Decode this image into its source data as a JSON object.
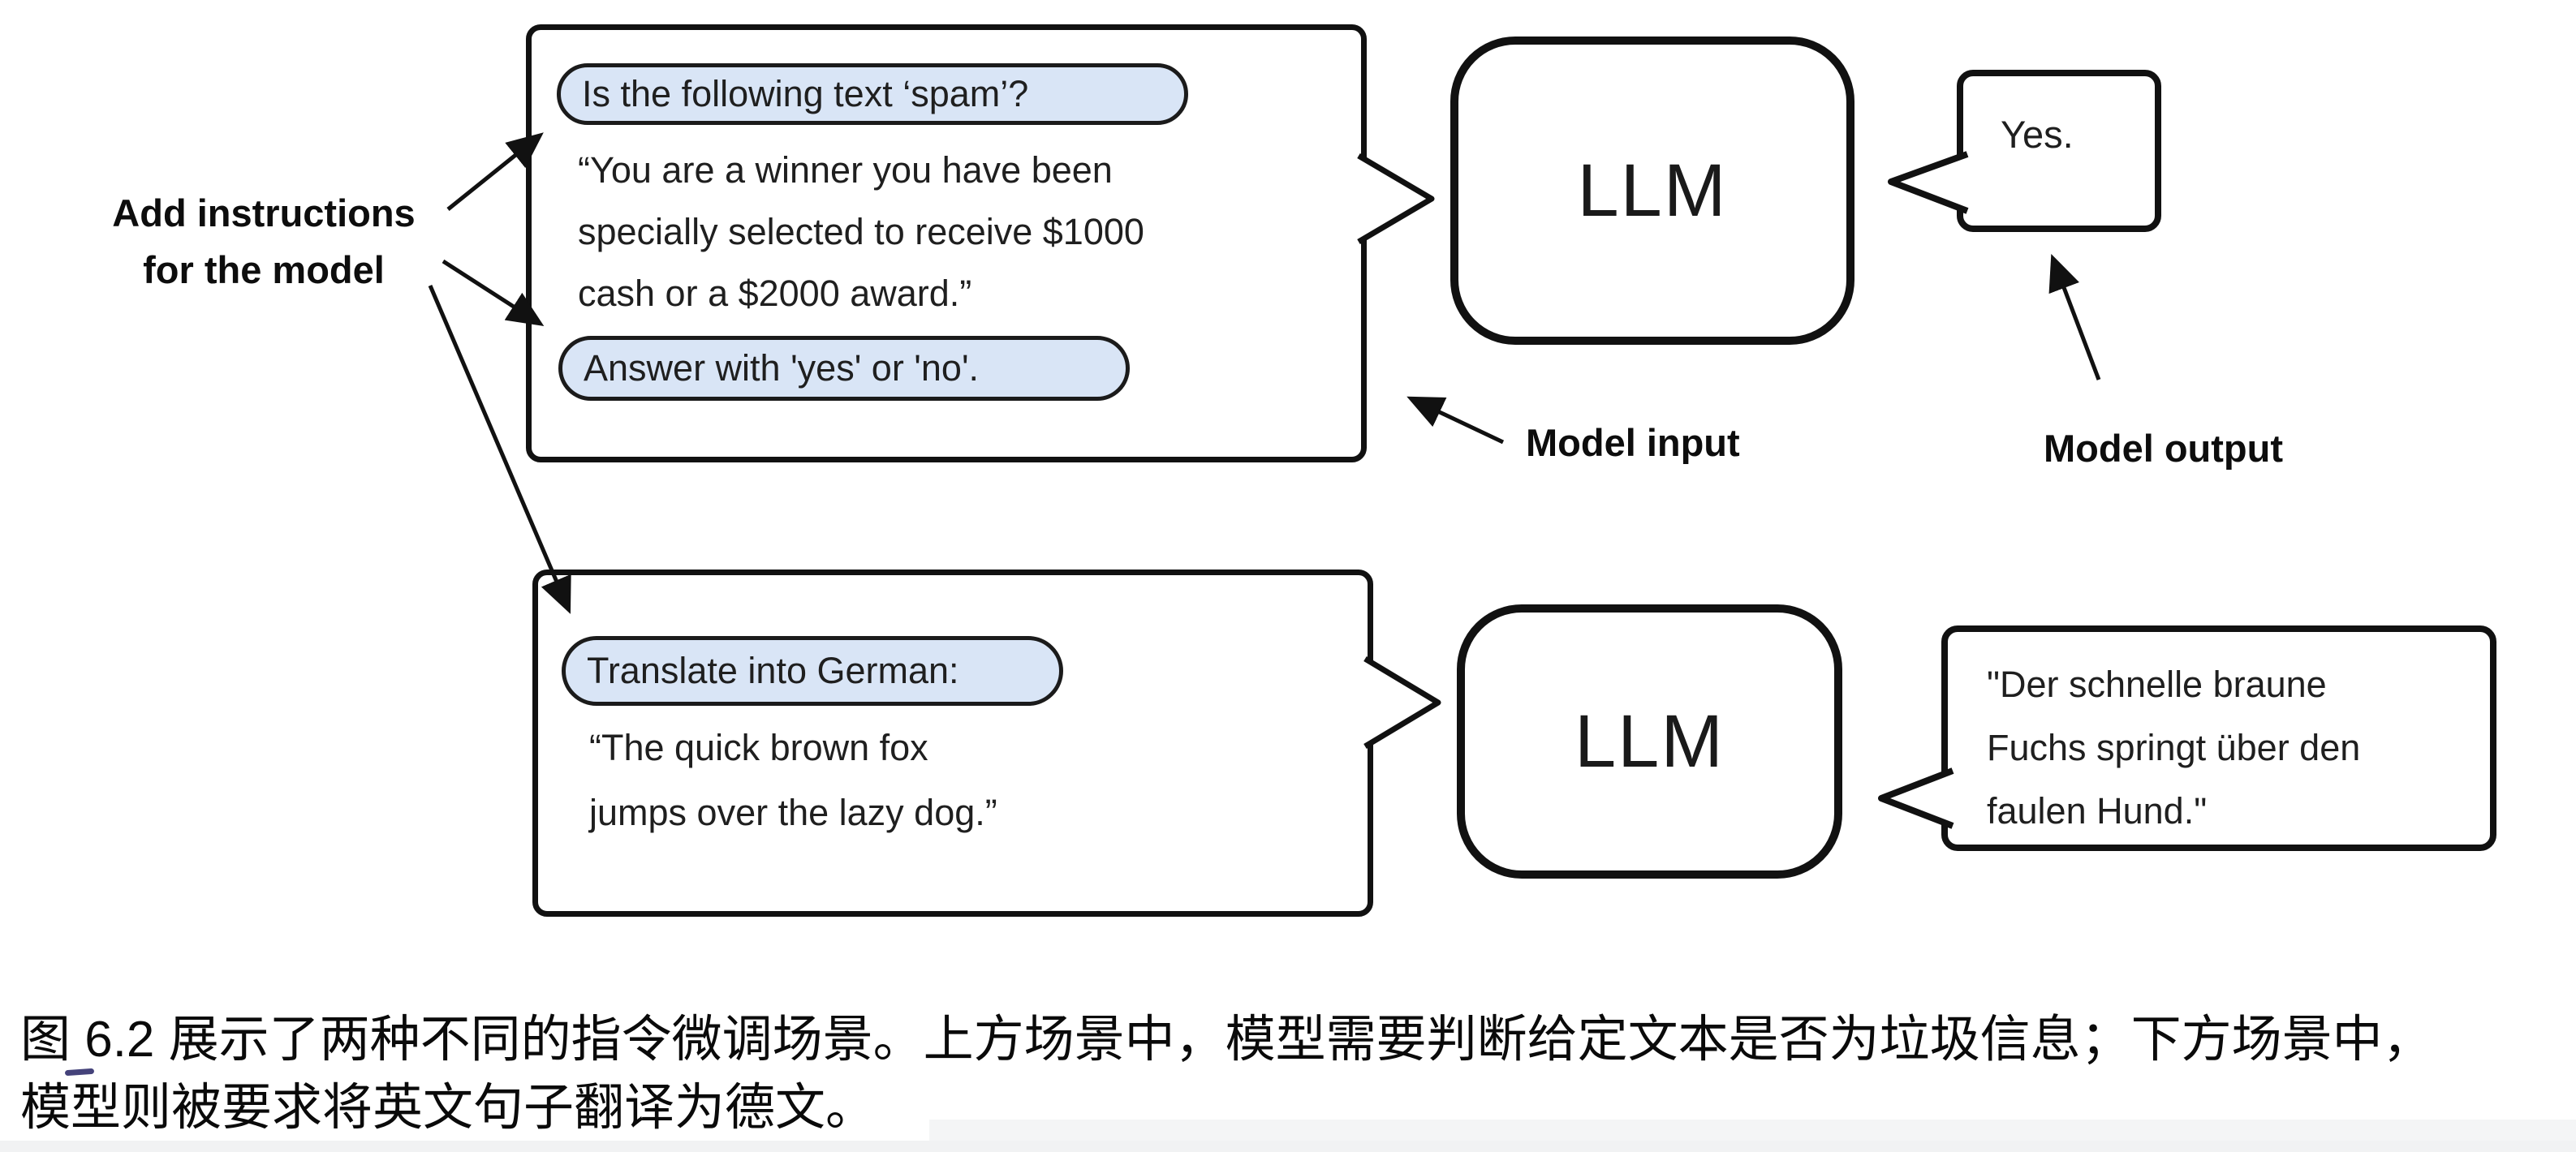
{
  "figure": {
    "add_instructions_line1": "Add instructions",
    "add_instructions_line2": "for the model",
    "model_input_label": "Model input",
    "model_output_label": "Model output",
    "top": {
      "instruction1": "Is the following text ‘spam’?",
      "body_line1": "“You are a winner you have been",
      "body_line2": "specially selected to receive $1000",
      "body_line3": "cash or a $2000 award.”",
      "instruction2": "Answer with 'yes' or 'no'.",
      "llm_label": "LLM",
      "output_text": "Yes."
    },
    "bottom": {
      "instruction": "Translate into German:",
      "body_line1": "“The quick brown fox",
      "body_line2": "jumps over the lazy dog.”",
      "llm_label": "LLM",
      "output_line1": "\"Der schnelle braune",
      "output_line2": "Fuchs springt über den",
      "output_line3": "faulen Hund.\""
    }
  },
  "caption": {
    "line1": "图 6.2 展示了两种不同的指令微调场景。上方场景中，模型需要判断给定文本是否为垃圾信息；下方场景中，",
    "line2": "模型则被要求将英文句子翻译为德文。"
  },
  "colors": {
    "instruction_highlight_bg": "#d9e5f6",
    "line_ink": "#111111",
    "caption_underline_mark": "#44427a"
  }
}
